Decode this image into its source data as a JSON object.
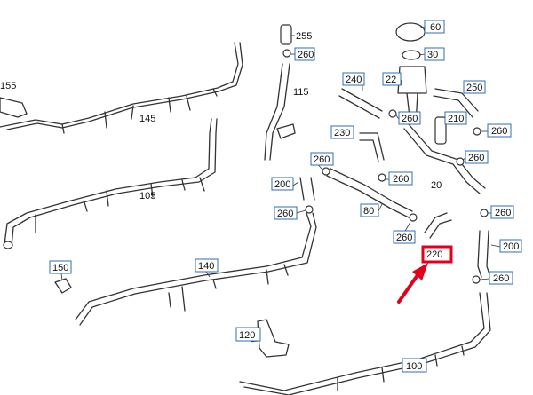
{
  "labels": {
    "p255": "255",
    "p260a": "260",
    "p115": "115",
    "p155": "155",
    "p145": "145",
    "p105": "105",
    "p60": "60",
    "p30": "30",
    "p22": "22",
    "p240": "240",
    "p250": "250",
    "p260b": "260",
    "p210": "210",
    "p260c": "260",
    "p230": "230",
    "p260d": "260",
    "p260e": "260",
    "p200a": "200",
    "p260f": "260",
    "p20": "20",
    "p80": "80",
    "p260g": "260",
    "p260h": "260",
    "p260i": "260",
    "p200b": "200",
    "p220": "220",
    "p150": "150",
    "p140": "140",
    "p260j": "260",
    "p120": "120",
    "p100": "100"
  },
  "highlight": {
    "color": "#e3001b"
  },
  "callout_color": "#2f6fb0"
}
